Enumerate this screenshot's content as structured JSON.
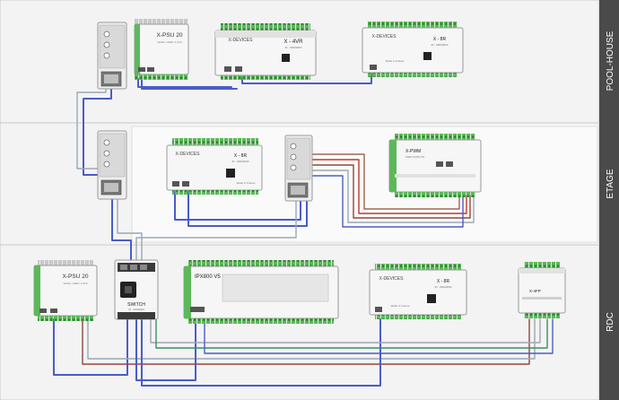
{
  "zones": [
    {
      "label": "POOL-HOUSE"
    },
    {
      "label": "ETAGE"
    },
    {
      "label": "RDC"
    }
  ],
  "colors": {
    "zone_bg": "#f3f3f3",
    "zone_label_bg": "#4a4a4a",
    "zone_label_text": "#ffffff",
    "module_body": "#f6f6f6",
    "module_border": "#9a9a9a",
    "terminal_green": "#5db85b",
    "din_rail": "#8f8f8f",
    "cable_blue": "#4a5cc9",
    "cable_brown": "#8b4a3a",
    "cable_red": "#c0392b",
    "cable_green": "#3e8e5a",
    "cable_grey": "#9aa7b8"
  },
  "devices": {
    "pool_psu": {
      "name": "X-PSU 20",
      "sub": "12Vdc / 20W / 1.67A"
    },
    "pool_4vr": {
      "brand": "X-DEVICES",
      "name": "X - 4VR",
      "id": "ID : 00000000"
    },
    "pool_8r": {
      "brand": "X-DEVICES",
      "name": "X - 8R",
      "id": "ID : 00000000",
      "made": "Made in France"
    },
    "etage_8r": {
      "brand": "X-DEVICES",
      "name": "X - 8R",
      "id": "ID : 00000000",
      "made": "Made in France"
    },
    "etage_pwm": {
      "name": "X-PWM",
      "sub": "PWM OUTPUTS"
    },
    "rdc_psu": {
      "name": "X-PSU 20",
      "sub": "12Vdc / 20W / 1.67A"
    },
    "rdc_switch": {
      "name": "SWITCH",
      "id": "ID : 00000000"
    },
    "rdc_ipx": {
      "name": "IPX800 V5"
    },
    "rdc_8r": {
      "brand": "X-DEVICES",
      "name": "X - 8R",
      "id": "ID : 00000000",
      "made": "Made in France"
    },
    "rdc_4fp": {
      "name": "X-4FP"
    }
  }
}
